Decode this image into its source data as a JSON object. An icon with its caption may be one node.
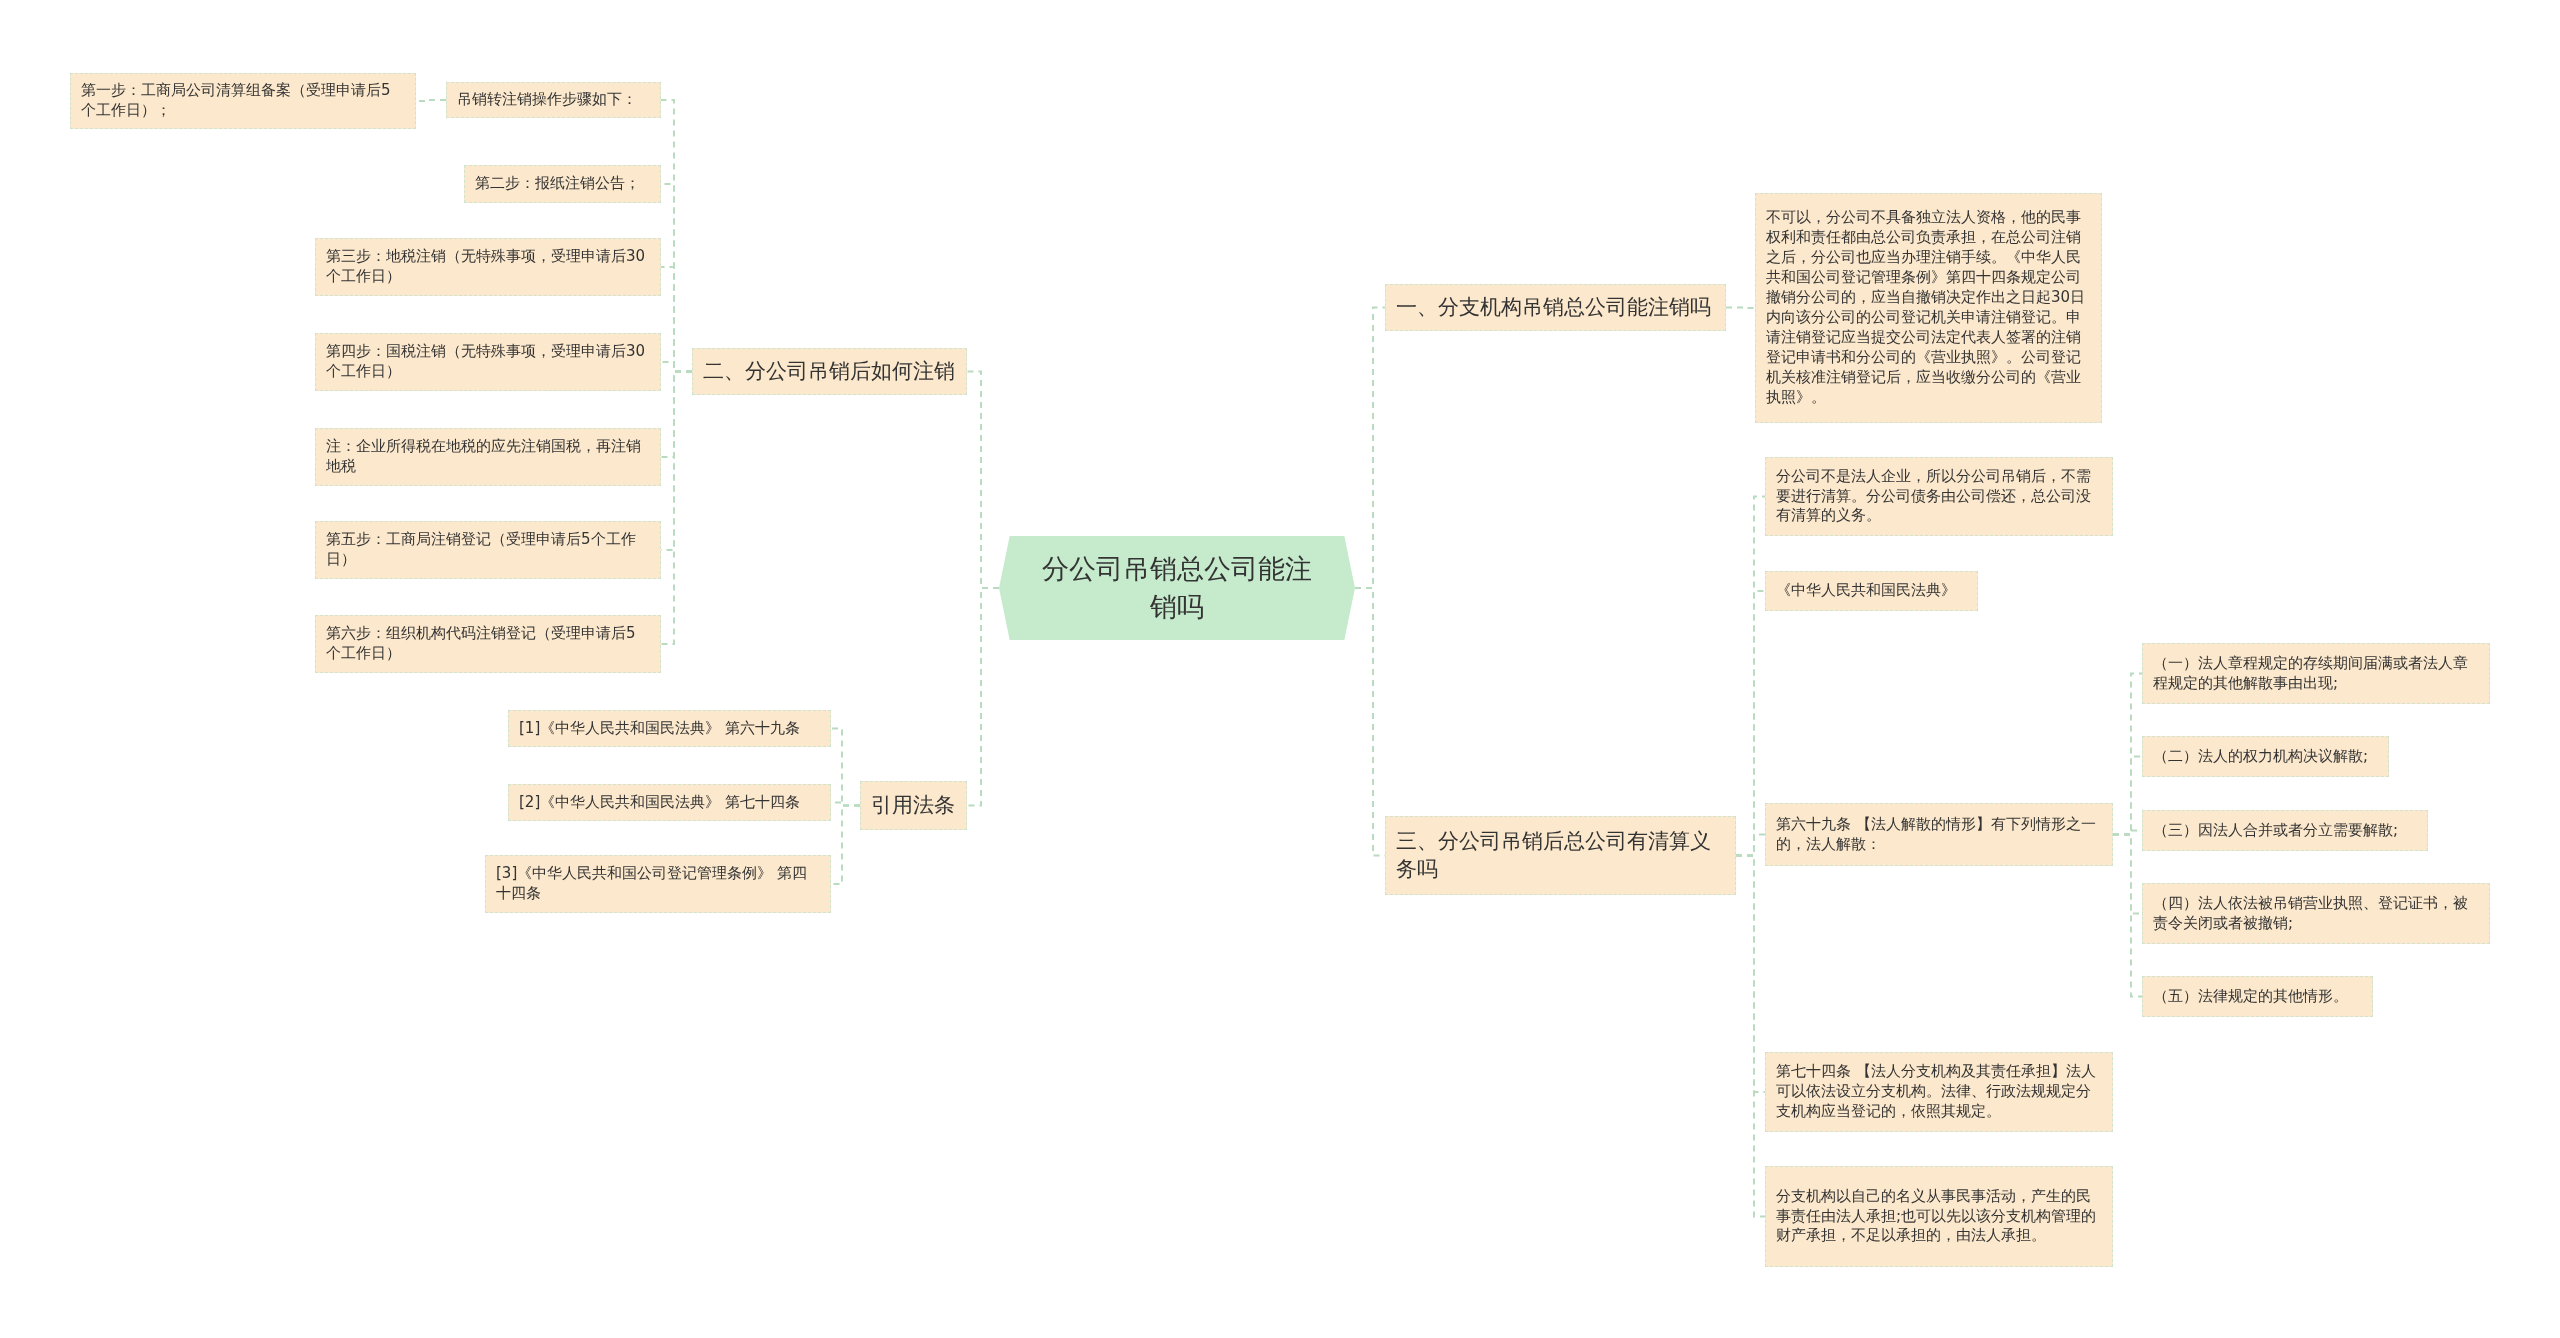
{
  "diagram": {
    "nodes": [
      {
        "text": [
          "分公司吊销总公司能注销吗"
        ]
      },
      {
        "text": [
          "二、分公司吊销后如何注销"
        ]
      },
      {
        "text": [
          "吊销转注销操作步骤如下："
        ]
      },
      {
        "text": [
          "第一步：工商局公司清算组备案（受理申请后5个工作日）；"
        ]
      },
      {
        "text": [
          "第二步：报纸注销公告；"
        ]
      },
      {
        "text": [
          "第三步：地税注销（无特殊事项，受理申请后30个工作日）"
        ]
      },
      {
        "text": [
          "第四步：国税注销（无特殊事项，受理申请后30个工作日）"
        ]
      },
      {
        "text": [
          "注：企业所得税在地税的应先注销国税，再注销地税"
        ]
      },
      {
        "text": [
          "第五步：工商局注销登记（受理申请后5个工作日）"
        ]
      },
      {
        "text": [
          "第六步：组织机构代码注销登记（受理申请后5个工作日）"
        ]
      },
      {
        "text": [
          "引用法条"
        ]
      },
      {
        "text": [
          "[1]《中华人民共和国民法典》 第六十九条"
        ]
      },
      {
        "text": [
          "[2]《中华人民共和国民法典》 第七十四条"
        ]
      },
      {
        "text": [
          "[3]《中华人民共和国公司登记管理条例》 第四十四条"
        ]
      },
      {
        "text": [
          "一、分支机构吊销总公司能注销吗"
        ]
      },
      {
        "text": [
          "不可以，分公司不具备独立法人资格，他的民事权利和责任都由总公司负责承担，在总公司注销之后，分公司也应当办理注销手续。《中华人民共和国公司登记管理条例》第四十四条规定公司撤销分公司的，应当自撤销决定作出之日起30日内向该分公司的公司登记机关申请注销登记。申请注销登记应当提交公司法定代表人签署的注销登记申请书和分公司的《营业执照》。公司登记机关核准注销登记后，应当收缴分公司的《营业执照》。"
        ]
      },
      {
        "text": [
          "三、分公司吊销后总公司有清算义务吗"
        ]
      },
      {
        "text": [
          "分公司不是法人企业，所以分公司吊销后，不需要进行清算。分公司债务由公司偿还，总公司没有清算的义务。"
        ]
      },
      {
        "text": [
          "《中华人民共和国民法典》"
        ]
      },
      {
        "text": [
          "第六十九条 【法人解散的情形】有下列情形之一的，法人解散："
        ]
      },
      {
        "text": [
          "（一）法人章程规定的存续期间届满或者法人章程规定的其他解散事由出现;"
        ]
      },
      {
        "text": [
          "（二）法人的权力机构决议解散;"
        ]
      },
      {
        "text": [
          "（三）因法人合并或者分立需要解散;"
        ]
      },
      {
        "text": [
          "（四）法人依法被吊销营业执照、登记证书，被责令关闭或者被撤销;"
        ]
      },
      {
        "text": [
          "（五）法律规定的其他情形。"
        ]
      },
      {
        "text": [
          "第七十四条 【法人分支机构及其责任承担】法人可以依法设立分支机构。法律、行政法规规定分支机构应当登记的，依照其规定。"
        ]
      },
      {
        "text": [
          "分支机构以自己的名义从事民事活动，产生的民事责任由法人承担;也可以先以该分支机构管理的财产承担，不足以承担的，由法人承担。"
        ]
      }
    ],
    "edges": [
      {
        "from": 0,
        "to": 1,
        "arrow": "none",
        "style": "dashed"
      },
      {
        "from": 1,
        "to": 2,
        "arrow": "none",
        "style": "dashed"
      },
      {
        "from": 2,
        "to": 3,
        "arrow": "none",
        "style": "dashed"
      },
      {
        "from": 1,
        "to": 4,
        "arrow": "none",
        "style": "dashed"
      },
      {
        "from": 1,
        "to": 5,
        "arrow": "none",
        "style": "dashed"
      },
      {
        "from": 1,
        "to": 6,
        "arrow": "none",
        "style": "dashed"
      },
      {
        "from": 1,
        "to": 7,
        "arrow": "none",
        "style": "dashed"
      },
      {
        "from": 1,
        "to": 8,
        "arrow": "none",
        "style": "dashed"
      },
      {
        "from": 1,
        "to": 9,
        "arrow": "none",
        "style": "dashed"
      },
      {
        "from": 0,
        "to": 10,
        "arrow": "none",
        "style": "dashed"
      },
      {
        "from": 10,
        "to": 11,
        "arrow": "none",
        "style": "dashed"
      },
      {
        "from": 10,
        "to": 12,
        "arrow": "none",
        "style": "dashed"
      },
      {
        "from": 10,
        "to": 13,
        "arrow": "none",
        "style": "dashed"
      },
      {
        "from": 0,
        "to": 14,
        "arrow": "none",
        "style": "dashed"
      },
      {
        "from": 14,
        "to": 15,
        "arrow": "none",
        "style": "dashed"
      },
      {
        "from": 0,
        "to": 16,
        "arrow": "none",
        "style": "dashed"
      },
      {
        "from": 16,
        "to": 17,
        "arrow": "none",
        "style": "dashed"
      },
      {
        "from": 16,
        "to": 18,
        "arrow": "none",
        "style": "dashed"
      },
      {
        "from": 16,
        "to": 19,
        "arrow": "none",
        "style": "dashed"
      },
      {
        "from": 19,
        "to": 20,
        "arrow": "none",
        "style": "dashed"
      },
      {
        "from": 19,
        "to": 21,
        "arrow": "none",
        "style": "dashed"
      },
      {
        "from": 19,
        "to": 22,
        "arrow": "none",
        "style": "dashed"
      },
      {
        "from": 19,
        "to": 23,
        "arrow": "none",
        "style": "dashed"
      },
      {
        "from": 19,
        "to": 24,
        "arrow": "none",
        "style": "dashed"
      },
      {
        "from": 16,
        "to": 25,
        "arrow": "none",
        "style": "dashed"
      },
      {
        "from": 16,
        "to": 26,
        "arrow": "none",
        "style": "dashed"
      }
    ]
  }
}
